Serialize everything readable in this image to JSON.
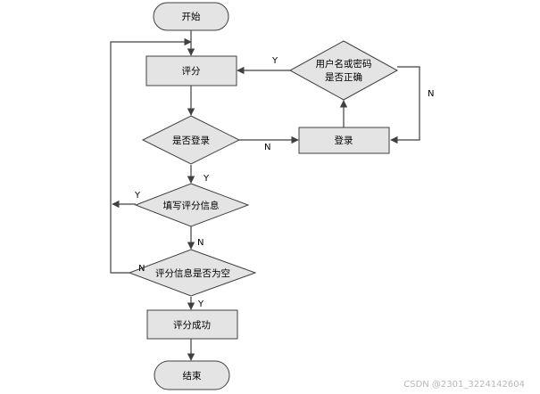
{
  "nodes": {
    "start": "开始",
    "rate": "评分",
    "check_login": "是否登录",
    "check_credentials_line1": "用户名或密码",
    "check_credentials_line2": "是否正确",
    "login": "登录",
    "fill_rating": "填写评分信息",
    "check_empty": "评分信息是否为空",
    "success": "评分成功",
    "end": "结束"
  },
  "edge_labels": {
    "credentials_yes": "Y",
    "credentials_no": "N",
    "login_no": "N",
    "login_yes": "Y",
    "fill_yes": "Y",
    "fill_no": "N",
    "empty_no": "N",
    "empty_yes": "Y"
  },
  "watermark": "CSDN @2301_3224142604",
  "colors": {
    "shape_fill": "#e4e4e4",
    "stroke": "#404040"
  }
}
